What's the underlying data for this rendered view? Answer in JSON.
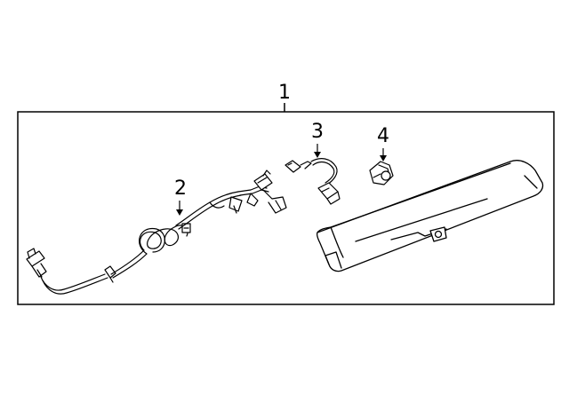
{
  "callouts": {
    "assembly": "1",
    "wire_harness": "2",
    "connector_wire": "3",
    "sensor": "4"
  },
  "colors": {
    "line": "#000000",
    "background": "#ffffff"
  }
}
